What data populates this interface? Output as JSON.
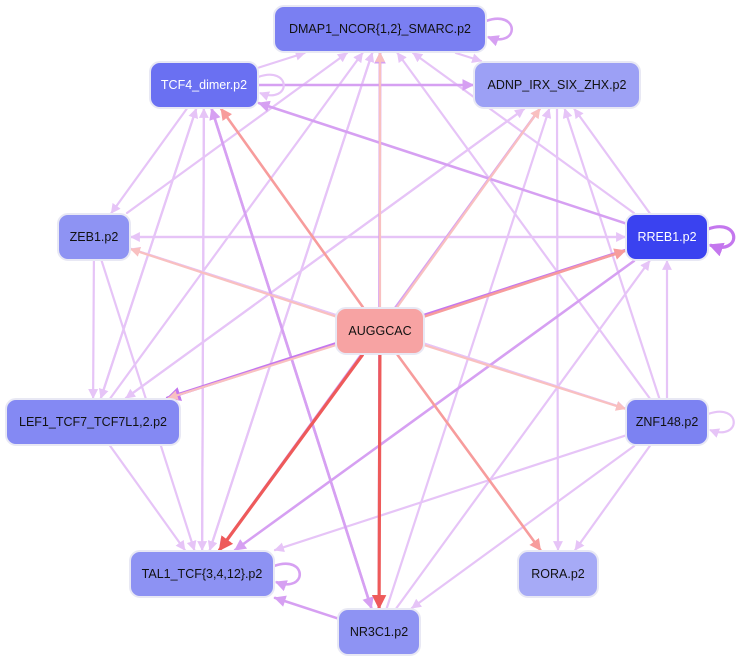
{
  "colors": {
    "purple_light": "#e6c4f7",
    "purple_mid": "#d6a0f2",
    "purple_strong": "#c477ee",
    "red_light": "#f9c0c0",
    "red_mid": "#f79c9c",
    "red_strong": "#ee5a5a",
    "node_border": "#e8e8f4"
  },
  "nodes": [
    {
      "id": "dmap",
      "label": "DMAP1_NCOR{1,2}_SMARC.p2",
      "fill": "#7a7ff2",
      "text": "#111111"
    },
    {
      "id": "tcf4",
      "label": "TCF4_dimer.p2",
      "fill": "#6a70f2",
      "text": "#ffffff"
    },
    {
      "id": "adnp",
      "label": "ADNP_IRX_SIX_ZHX.p2",
      "fill": "#9ca0f5",
      "text": "#111111"
    },
    {
      "id": "zeb1",
      "label": "ZEB1.p2",
      "fill": "#8e93f3",
      "text": "#111111"
    },
    {
      "id": "rreb1",
      "label": "RREB1.p2",
      "fill": "#3a42f0",
      "text": "#ffffff"
    },
    {
      "id": "auggcac",
      "label": "AUGGCAC",
      "fill": "#f7a3a3",
      "text": "#111111"
    },
    {
      "id": "lef1",
      "label": "LEF1_TCF7_TCF7L1,2.p2",
      "fill": "#8489f3",
      "text": "#111111"
    },
    {
      "id": "znf148",
      "label": "ZNF148.p2",
      "fill": "#7c82f2",
      "text": "#111111"
    },
    {
      "id": "tal1",
      "label": "TAL1_TCF{3,4,12}.p2",
      "fill": "#8d92f3",
      "text": "#111111"
    },
    {
      "id": "rora",
      "label": "RORA.p2",
      "fill": "#a6aaf6",
      "text": "#111111"
    },
    {
      "id": "nr3c1",
      "label": "NR3C1.p2",
      "fill": "#8e93f3",
      "text": "#111111"
    }
  ],
  "edges": [
    {
      "from": "auggcac",
      "to": "tal1",
      "strength": "strong",
      "hue": "red"
    },
    {
      "from": "auggcac",
      "to": "nr3c1",
      "strength": "strong",
      "hue": "red"
    },
    {
      "from": "auggcac",
      "to": "rreb1",
      "strength": "mid",
      "hue": "red"
    },
    {
      "from": "auggcac",
      "to": "tcf4",
      "strength": "mid",
      "hue": "red"
    },
    {
      "from": "auggcac",
      "to": "rora",
      "strength": "mid",
      "hue": "red"
    },
    {
      "from": "auggcac",
      "to": "dmap",
      "strength": "light",
      "hue": "red"
    },
    {
      "from": "auggcac",
      "to": "adnp",
      "strength": "light",
      "hue": "red"
    },
    {
      "from": "auggcac",
      "to": "zeb1",
      "strength": "light",
      "hue": "red"
    },
    {
      "from": "auggcac",
      "to": "lef1",
      "strength": "light",
      "hue": "red"
    },
    {
      "from": "auggcac",
      "to": "znf148",
      "strength": "light",
      "hue": "red"
    },
    {
      "from": "rreb1",
      "to": "lef1",
      "strength": "strong",
      "hue": "purple"
    },
    {
      "from": "rreb1",
      "to": "tal1",
      "strength": "mid",
      "hue": "purple"
    },
    {
      "from": "rreb1",
      "to": "tcf4",
      "strength": "mid",
      "hue": "purple"
    },
    {
      "from": "rreb1",
      "to": "zeb1",
      "strength": "light",
      "hue": "purple"
    },
    {
      "from": "rreb1",
      "to": "dmap",
      "strength": "light",
      "hue": "purple"
    },
    {
      "from": "tcf4",
      "to": "adnp",
      "strength": "mid",
      "hue": "purple"
    },
    {
      "from": "tcf4",
      "to": "nr3c1",
      "strength": "mid",
      "hue": "purple"
    },
    {
      "from": "tcf4",
      "to": "zeb1",
      "strength": "light",
      "hue": "purple"
    },
    {
      "from": "tcf4",
      "to": "lef1",
      "strength": "light",
      "hue": "purple"
    },
    {
      "from": "tcf4",
      "to": "tal1",
      "strength": "light",
      "hue": "purple"
    },
    {
      "from": "tcf4",
      "to": "dmap",
      "strength": "light",
      "hue": "purple"
    },
    {
      "from": "nr3c1",
      "to": "tal1",
      "strength": "mid",
      "hue": "purple"
    },
    {
      "from": "nr3c1",
      "to": "dmap",
      "strength": "mid",
      "hue": "purple"
    },
    {
      "from": "nr3c1",
      "to": "adnp",
      "strength": "light",
      "hue": "purple"
    },
    {
      "from": "nr3c1",
      "to": "tcf4",
      "strength": "mid",
      "hue": "purple"
    },
    {
      "from": "nr3c1",
      "to": "rreb1",
      "strength": "light",
      "hue": "purple"
    },
    {
      "from": "dmap",
      "to": "nr3c1",
      "strength": "mid",
      "hue": "purple"
    },
    {
      "from": "dmap",
      "to": "adnp",
      "strength": "light",
      "hue": "purple"
    },
    {
      "from": "dmap",
      "to": "tal1",
      "strength": "light",
      "hue": "purple"
    },
    {
      "from": "zeb1",
      "to": "rreb1",
      "strength": "light",
      "hue": "purple"
    },
    {
      "from": "zeb1",
      "to": "dmap",
      "strength": "light",
      "hue": "purple"
    },
    {
      "from": "zeb1",
      "to": "lef1",
      "strength": "light",
      "hue": "purple"
    },
    {
      "from": "zeb1",
      "to": "tal1",
      "strength": "light",
      "hue": "purple"
    },
    {
      "from": "zeb1",
      "to": "znf148",
      "strength": "light",
      "hue": "purple"
    },
    {
      "from": "lef1",
      "to": "dmap",
      "strength": "light",
      "hue": "purple"
    },
    {
      "from": "lef1",
      "to": "tal1",
      "strength": "light",
      "hue": "purple"
    },
    {
      "from": "lef1",
      "to": "adnp",
      "strength": "light",
      "hue": "purple"
    },
    {
      "from": "lef1",
      "to": "tcf4",
      "strength": "light",
      "hue": "purple"
    },
    {
      "from": "znf148",
      "to": "rreb1",
      "strength": "light",
      "hue": "purple"
    },
    {
      "from": "znf148",
      "to": "tal1",
      "strength": "light",
      "hue": "purple"
    },
    {
      "from": "znf148",
      "to": "nr3c1",
      "strength": "light",
      "hue": "purple"
    },
    {
      "from": "znf148",
      "to": "rora",
      "strength": "light",
      "hue": "purple"
    },
    {
      "from": "znf148",
      "to": "dmap",
      "strength": "light",
      "hue": "purple"
    },
    {
      "from": "znf148",
      "to": "adnp",
      "strength": "light",
      "hue": "purple"
    },
    {
      "from": "znf148",
      "to": "zeb1",
      "strength": "light",
      "hue": "purple"
    },
    {
      "from": "adnp",
      "to": "tal1",
      "strength": "mid",
      "hue": "purple"
    },
    {
      "from": "adnp",
      "to": "rora",
      "strength": "light",
      "hue": "purple"
    },
    {
      "from": "adnp",
      "to": "lef1",
      "strength": "light",
      "hue": "purple"
    },
    {
      "from": "tal1",
      "to": "dmap",
      "strength": "light",
      "hue": "purple"
    },
    {
      "from": "tal1",
      "to": "tcf4",
      "strength": "light",
      "hue": "purple"
    },
    {
      "from": "tal1",
      "to": "adnp",
      "strength": "light",
      "hue": "purple"
    },
    {
      "from": "rreb1",
      "to": "adnp",
      "strength": "light",
      "hue": "purple"
    }
  ],
  "self_loops": [
    {
      "node": "dmap",
      "strength": "mid"
    },
    {
      "node": "tcf4",
      "strength": "light"
    },
    {
      "node": "rreb1",
      "strength": "strong"
    },
    {
      "node": "znf148",
      "strength": "light"
    },
    {
      "node": "tal1",
      "strength": "mid"
    }
  ]
}
